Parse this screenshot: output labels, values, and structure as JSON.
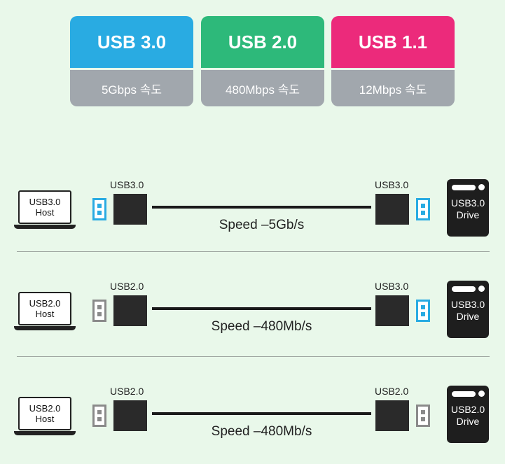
{
  "badges": [
    {
      "title": "USB 3.0",
      "speed": "5Gbps 속도",
      "color": "#29abe2"
    },
    {
      "title": "USB 2.0",
      "speed": "480Mbps 속도",
      "color": "#2db97a"
    },
    {
      "title": "USB 1.1",
      "speed": "12Mbps 속도",
      "color": "#ec2a7b"
    }
  ],
  "rows": [
    {
      "host": [
        "USB3.0",
        "Host"
      ],
      "left_plug": "USB3.0",
      "right_plug": "USB3.0",
      "speed": "Speed –5Gb/s",
      "drive": [
        "USB3.0",
        "Drive"
      ],
      "left_type": "usb3",
      "right_type": "usb3"
    },
    {
      "host": [
        "USB2.0",
        "Host"
      ],
      "left_plug": "USB2.0",
      "right_plug": "USB3.0",
      "speed": "Speed –480Mb/s",
      "drive": [
        "USB3.0",
        "Drive"
      ],
      "left_type": "usb2",
      "right_type": "usb3"
    },
    {
      "host": [
        "USB2.0",
        "Host"
      ],
      "left_plug": "USB2.0",
      "right_plug": "USB2.0",
      "speed": "Speed –480Mb/s",
      "drive": [
        "USB2.0",
        "Drive"
      ],
      "left_type": "usb2",
      "right_type": "usb2"
    }
  ],
  "colors": {
    "usb3_tip": "#29abe2",
    "usb2_tip": "#8a8a8a"
  }
}
